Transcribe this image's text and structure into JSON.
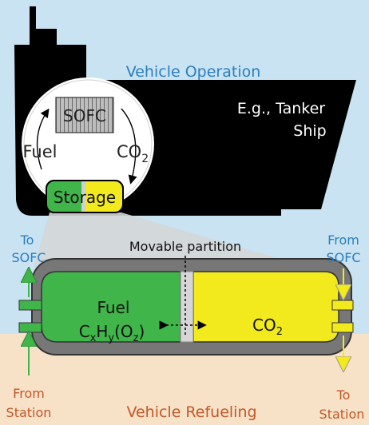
{
  "diagram": {
    "top_section_label": "Vehicle Operation",
    "bottom_section_label": "Vehicle Refueling",
    "vehicle_label_line1": "E.g., Tanker",
    "vehicle_label_line2": "Ship",
    "sofc_label": "SOFC",
    "fuel_loop_label": "Fuel",
    "co2_loop_label_main": "CO",
    "co2_loop_label_sub": "2",
    "storage_label": "Storage",
    "partition_label": "Movable partition",
    "tank_fuel_label": "Fuel",
    "tank_formula": {
      "c": "C",
      "x": "x",
      "h": "H",
      "y": "y",
      "o_open": "(O",
      "z": "z",
      "o_close": ")"
    },
    "tank_co2_main": "CO",
    "tank_co2_sub": "2",
    "left_top_line1": "To",
    "left_top_line2": "SOFC",
    "left_bottom_line1": "From",
    "left_bottom_line2": "Station",
    "right_top_line1": "From",
    "right_top_line2": "SOFC",
    "right_bottom_line1": "To",
    "right_bottom_line2": "Station"
  },
  "colors": {
    "operation_bg": "#c9e3f2",
    "refueling_bg": "#f7e2c8",
    "section_text": "#2a7fc0",
    "refuel_text": "#c1582a",
    "ship": "#000000",
    "fuel_green": "#3fb54a",
    "co2_yellow": "#f2ea1c",
    "tank_wall": "#7a7a7a",
    "partition": "#d6d6d6",
    "sofc_fill": "#b3b3b3",
    "magnifier": "#d4d6d8"
  }
}
